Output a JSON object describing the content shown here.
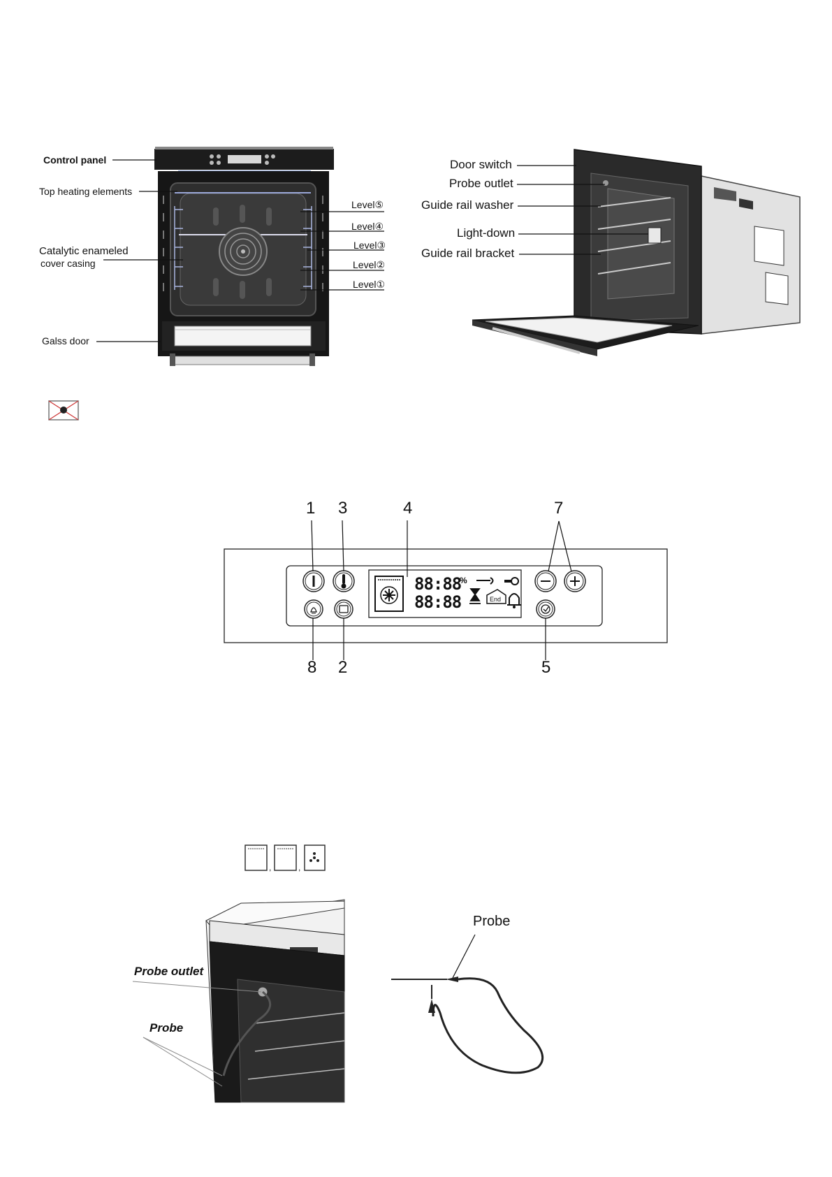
{
  "front_view": {
    "labels": {
      "control_panel": "Control panel",
      "top_heating": "Top heating elements",
      "catalytic_line1": "Catalytic enameled",
      "catalytic_line2": "cover  casing",
      "glass_door": "Galss door",
      "level5": "Level⑤",
      "level4": "Level④",
      "level3": "Level③",
      "level2": "Level②",
      "level1": "Level①"
    }
  },
  "side_view": {
    "labels": {
      "door_switch": "Door switch",
      "probe_outlet": "Probe outlet",
      "guide_rail_washer": "Guide rail washer",
      "light_down": "Light-down",
      "guide_rail_bracket": "Guide rail bracket"
    }
  },
  "control_panel_diagram": {
    "numbers": {
      "n1": "1",
      "n3": "3",
      "n4": "4",
      "n7": "7",
      "n8": "8",
      "n2": "2",
      "n5": "5"
    },
    "display": {
      "top_digits": "88:88",
      "bottom_digits": "88:88",
      "percent": "%",
      "end": "End"
    }
  },
  "probe_section": {
    "labels": {
      "probe_outlet": "Probe outlet",
      "probe": "Probe",
      "probe_right": "Probe"
    }
  }
}
